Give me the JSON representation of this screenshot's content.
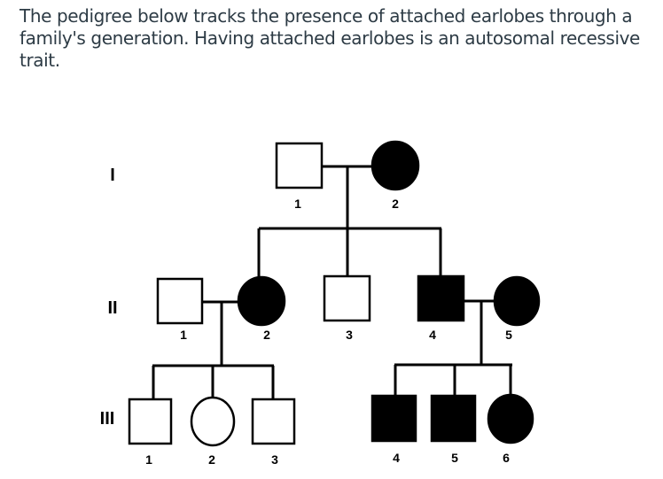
{
  "question": "The pedigree below tracks the presence of attached earlobes through a family's generation. Having attached earlobes is an autosomal recessive trait.",
  "pedigree": {
    "generations": [
      "I",
      "II",
      "III"
    ],
    "gen1": [
      {
        "label": "1",
        "sex": "male",
        "affected": false
      },
      {
        "label": "2",
        "sex": "female",
        "affected": true
      }
    ],
    "gen2": [
      {
        "label": "1",
        "sex": "male",
        "affected": false
      },
      {
        "label": "2",
        "sex": "female",
        "affected": true
      },
      {
        "label": "3",
        "sex": "male",
        "affected": false
      },
      {
        "label": "4",
        "sex": "male",
        "affected": true
      },
      {
        "label": "5",
        "sex": "female",
        "affected": true
      }
    ],
    "gen3": [
      {
        "label": "1",
        "sex": "male",
        "affected": false
      },
      {
        "label": "2",
        "sex": "female",
        "affected": false
      },
      {
        "label": "3",
        "sex": "male",
        "affected": false
      },
      {
        "label": "4",
        "sex": "male",
        "affected": true
      },
      {
        "label": "5",
        "sex": "male",
        "affected": true
      },
      {
        "label": "6",
        "sex": "female",
        "affected": true
      }
    ]
  }
}
